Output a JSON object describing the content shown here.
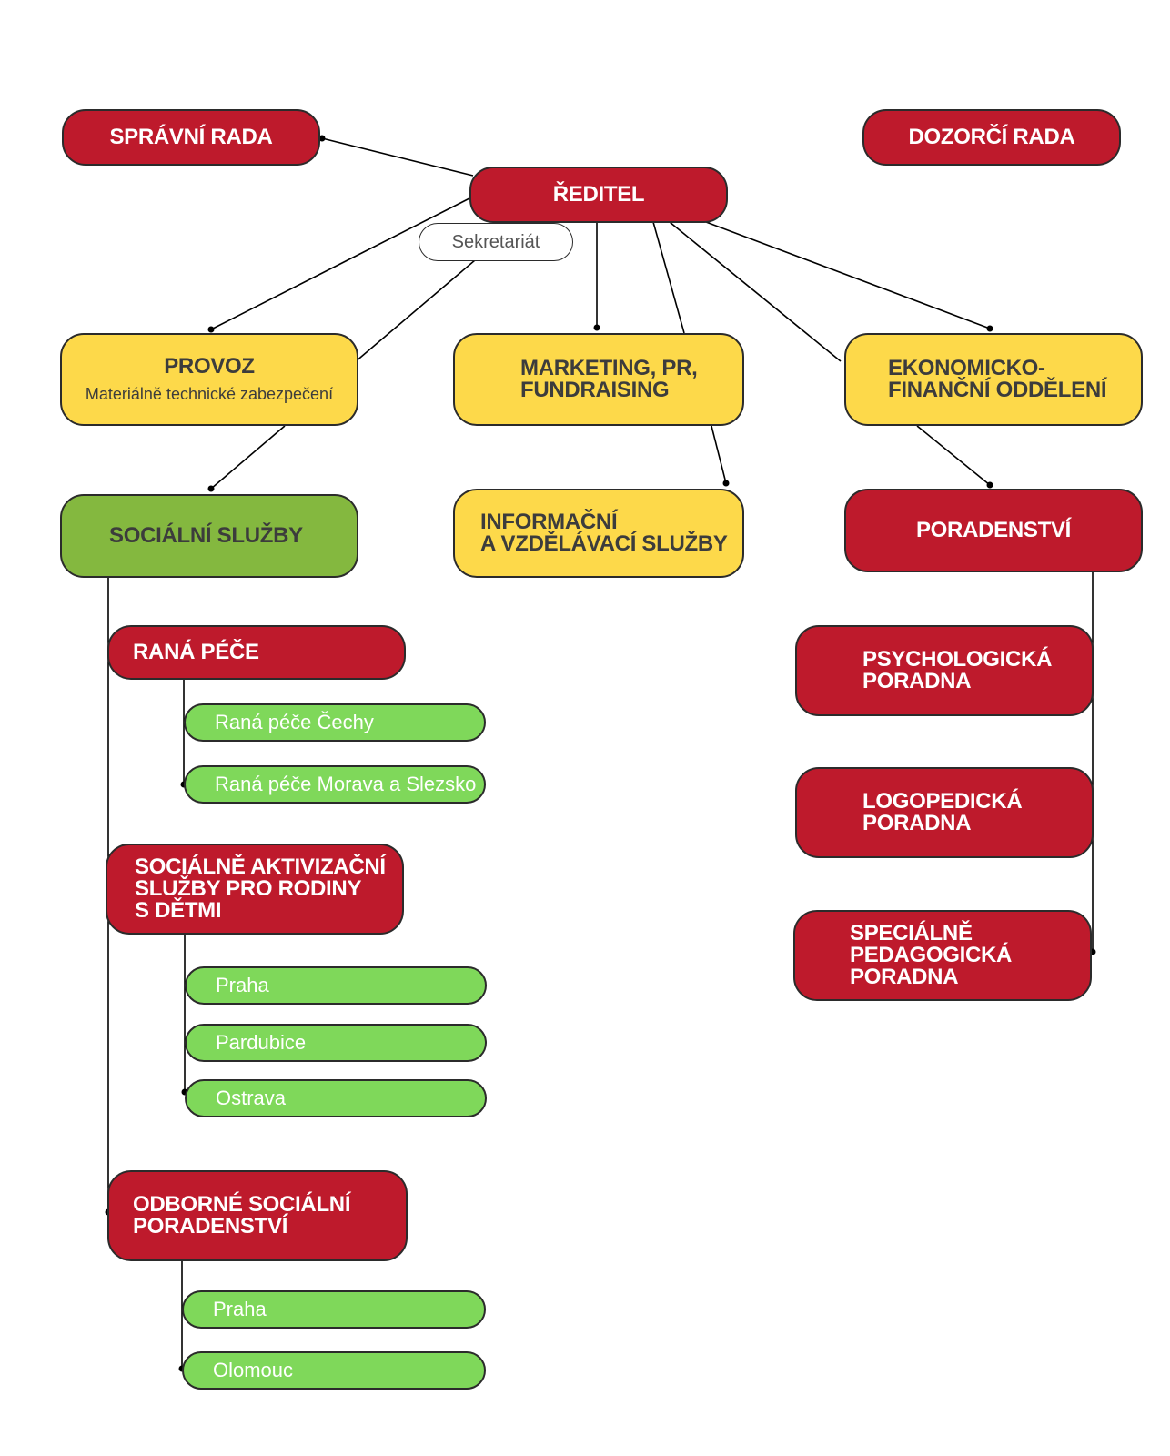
{
  "colors": {
    "red": "#be1a2c",
    "yellow": "#fdd94a",
    "olive_green": "#84b83f",
    "light_green": "#7fd85a",
    "line": "#000000"
  },
  "nodes": {
    "spravni_rada": "SPRÁVNÍ RADA",
    "dozorci_rada": "DOZORČÍ RADA",
    "reditel": "ŘEDITEL",
    "sekretariat": "Sekretariát",
    "provoz": "PROVOZ",
    "provoz_sub": "Materiálně technické zabezpečení",
    "marketing": "MARKETING, PR,\nFUNDRAISING",
    "ekonomicke": "EKONOMICKO-\nFINANČNÍ ODDĚLENÍ",
    "socialni_sluzby": "SOCIÁLNÍ SLUŽBY",
    "informacni": "INFORMAČNÍ\nA VZDĚLÁVACÍ SLUŽBY",
    "poradenstvi": "PORADENSTVÍ",
    "rana_pece": "RANÁ PÉČE",
    "rana_pece_cechy": "Raná péče Čechy",
    "rana_pece_morava": "Raná péče Morava a Slezsko",
    "sas": "SOCIÁLNĚ AKTIVIZAČNÍ\nSLUŽBY PRO RODINY\nS DĚTMI",
    "sas_praha": "Praha",
    "sas_pardubice": "Pardubice",
    "sas_ostrava": "Ostrava",
    "osp": "ODBORNÉ SOCIÁLNÍ\nPORADENSTVÍ",
    "osp_praha": "Praha",
    "osp_olomouc": "Olomouc",
    "psychologicka": "PSYCHOLOGICKÁ\nPORADNA",
    "logopedicka": "LOGOPEDICKÁ\nPORADNA",
    "specialne": "SPECIÁLNĚ\nPEDAGOGICKÁ\nPORADNA"
  }
}
